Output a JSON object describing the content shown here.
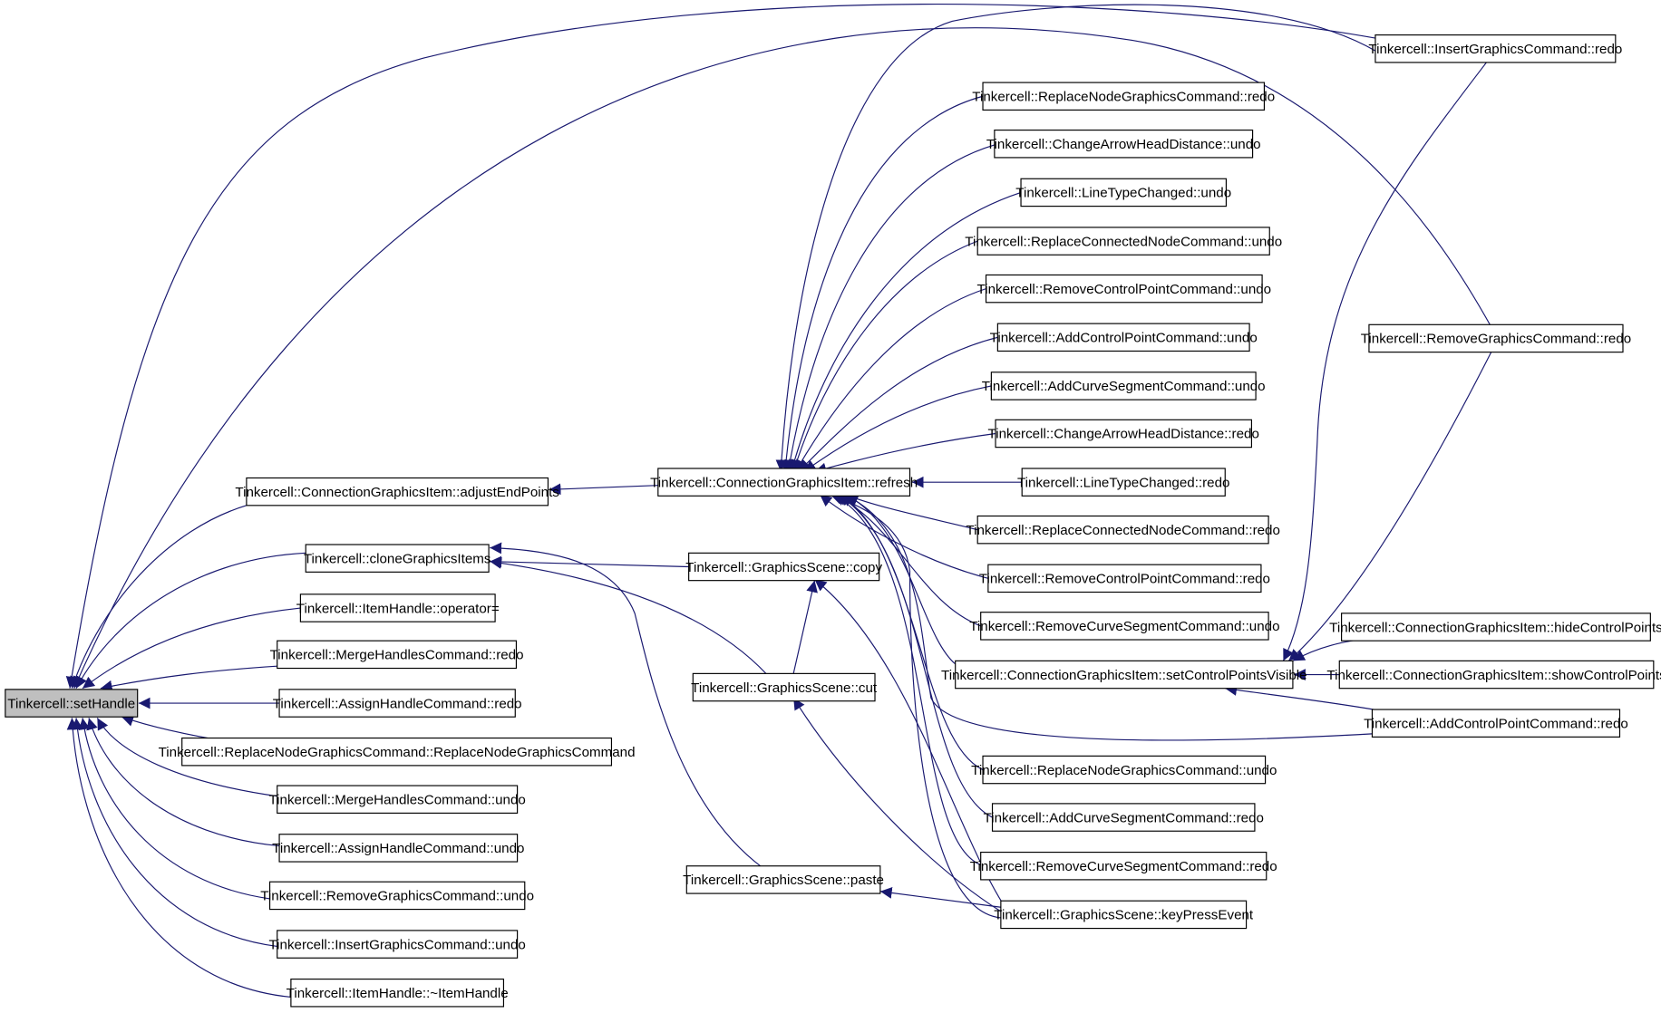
{
  "diagram": {
    "colors": {
      "edge": "#191970",
      "node_border": "#000000",
      "node_fill": "#ffffff",
      "root_fill": "#bfbfbf"
    },
    "nodes": [
      {
        "id": "n_setHandle",
        "label": "Tinkercell::setHandle",
        "root": true
      },
      {
        "id": "n_adjustEndPoints",
        "label": "Tinkercell::ConnectionGraphicsItem::adjustEndPoints"
      },
      {
        "id": "n_cloneGraphicsItems",
        "label": "Tinkercell::cloneGraphicsItems"
      },
      {
        "id": "n_itemHandleOperator",
        "label": "Tinkercell::ItemHandle::operator="
      },
      {
        "id": "n_mergeHandlesRedo",
        "label": "Tinkercell::MergeHandlesCommand::redo"
      },
      {
        "id": "n_assignHandleRedo",
        "label": "Tinkercell::AssignHandleCommand::redo"
      },
      {
        "id": "n_replaceNodeCtor",
        "label": "Tinkercell::ReplaceNodeGraphicsCommand::ReplaceNodeGraphicsCommand"
      },
      {
        "id": "n_mergeHandlesUndo",
        "label": "Tinkercell::MergeHandlesCommand::undo"
      },
      {
        "id": "n_assignHandleUndo",
        "label": "Tinkercell::AssignHandleCommand::undo"
      },
      {
        "id": "n_removeGraphicsUndo",
        "label": "Tinkercell::RemoveGraphicsCommand::undo"
      },
      {
        "id": "n_insertGraphicsUndo",
        "label": "Tinkercell::InsertGraphicsCommand::undo"
      },
      {
        "id": "n_itemHandleDtor",
        "label": "Tinkercell::ItemHandle::~ItemHandle"
      },
      {
        "id": "n_refresh",
        "label": "Tinkercell::ConnectionGraphicsItem::refresh"
      },
      {
        "id": "n_sceneCopy",
        "label": "Tinkercell::GraphicsScene::copy"
      },
      {
        "id": "n_sceneCut",
        "label": "Tinkercell::GraphicsScene::cut"
      },
      {
        "id": "n_scenePaste",
        "label": "Tinkercell::GraphicsScene::paste"
      },
      {
        "id": "n_replaceNodeRedo",
        "label": "Tinkercell::ReplaceNodeGraphicsCommand::redo"
      },
      {
        "id": "n_arrowHeadUndo",
        "label": "Tinkercell::ChangeArrowHeadDistance::undo"
      },
      {
        "id": "n_lineTypeUndo",
        "label": "Tinkercell::LineTypeChanged::undo"
      },
      {
        "id": "n_replaceConnUndo",
        "label": "Tinkercell::ReplaceConnectedNodeCommand::undo"
      },
      {
        "id": "n_removeCtrlUndo",
        "label": "Tinkercell::RemoveControlPointCommand::undo"
      },
      {
        "id": "n_addCtrlUndo",
        "label": "Tinkercell::AddControlPointCommand::undo"
      },
      {
        "id": "n_addCurveUndo",
        "label": "Tinkercell::AddCurveSegmentCommand::undo"
      },
      {
        "id": "n_arrowHeadRedo",
        "label": "Tinkercell::ChangeArrowHeadDistance::redo"
      },
      {
        "id": "n_lineTypeRedo",
        "label": "Tinkercell::LineTypeChanged::redo"
      },
      {
        "id": "n_replaceConnRedo",
        "label": "Tinkercell::ReplaceConnectedNodeCommand::redo"
      },
      {
        "id": "n_removeCtrlRedo",
        "label": "Tinkercell::RemoveControlPointCommand::redo"
      },
      {
        "id": "n_removeCurveUndo",
        "label": "Tinkercell::RemoveCurveSegmentCommand::undo"
      },
      {
        "id": "n_setCtrlVisible",
        "label": "Tinkercell::ConnectionGraphicsItem::setControlPointsVisible"
      },
      {
        "id": "n_replaceNodeUndo",
        "label": "Tinkercell::ReplaceNodeGraphicsCommand::undo"
      },
      {
        "id": "n_addCurveRedo",
        "label": "Tinkercell::AddCurveSegmentCommand::redo"
      },
      {
        "id": "n_removeCurveRedo",
        "label": "Tinkercell::RemoveCurveSegmentCommand::redo"
      },
      {
        "id": "n_keyPressEvent",
        "label": "Tinkercell::GraphicsScene::keyPressEvent"
      },
      {
        "id": "n_insertGraphicsRedo",
        "label": "Tinkercell::InsertGraphicsCommand::redo"
      },
      {
        "id": "n_removeGraphicsRedo",
        "label": "Tinkercell::RemoveGraphicsCommand::redo"
      },
      {
        "id": "n_hideCtrl",
        "label": "Tinkercell::ConnectionGraphicsItem::hideControlPoints"
      },
      {
        "id": "n_showCtrl",
        "label": "Tinkercell::ConnectionGraphicsItem::showControlPoints"
      },
      {
        "id": "n_addCtrlRedo",
        "label": "Tinkercell::AddControlPointCommand::redo"
      }
    ],
    "edges": [
      {
        "from": "n_adjustEndPoints",
        "to": "n_setHandle"
      },
      {
        "from": "n_cloneGraphicsItems",
        "to": "n_setHandle"
      },
      {
        "from": "n_itemHandleOperator",
        "to": "n_setHandle"
      },
      {
        "from": "n_mergeHandlesRedo",
        "to": "n_setHandle"
      },
      {
        "from": "n_assignHandleRedo",
        "to": "n_setHandle"
      },
      {
        "from": "n_replaceNodeCtor",
        "to": "n_setHandle"
      },
      {
        "from": "n_mergeHandlesUndo",
        "to": "n_setHandle"
      },
      {
        "from": "n_assignHandleUndo",
        "to": "n_setHandle"
      },
      {
        "from": "n_removeGraphicsUndo",
        "to": "n_setHandle"
      },
      {
        "from": "n_insertGraphicsUndo",
        "to": "n_setHandle"
      },
      {
        "from": "n_itemHandleDtor",
        "to": "n_setHandle"
      },
      {
        "from": "n_insertGraphicsRedo",
        "to": "n_setHandle"
      },
      {
        "from": "n_removeGraphicsRedo",
        "to": "n_setHandle"
      },
      {
        "from": "n_refresh",
        "to": "n_adjustEndPoints"
      },
      {
        "from": "n_sceneCopy",
        "to": "n_cloneGraphicsItems"
      },
      {
        "from": "n_sceneCut",
        "to": "n_cloneGraphicsItems"
      },
      {
        "from": "n_scenePaste",
        "to": "n_cloneGraphicsItems"
      },
      {
        "from": "n_sceneCut",
        "to": "n_sceneCopy"
      },
      {
        "from": "n_keyPressEvent",
        "to": "n_sceneCopy"
      },
      {
        "from": "n_keyPressEvent",
        "to": "n_sceneCut"
      },
      {
        "from": "n_keyPressEvent",
        "to": "n_scenePaste"
      },
      {
        "from": "n_replaceNodeRedo",
        "to": "n_refresh"
      },
      {
        "from": "n_arrowHeadUndo",
        "to": "n_refresh"
      },
      {
        "from": "n_lineTypeUndo",
        "to": "n_refresh"
      },
      {
        "from": "n_replaceConnUndo",
        "to": "n_refresh"
      },
      {
        "from": "n_removeCtrlUndo",
        "to": "n_refresh"
      },
      {
        "from": "n_addCtrlUndo",
        "to": "n_refresh"
      },
      {
        "from": "n_addCurveUndo",
        "to": "n_refresh"
      },
      {
        "from": "n_arrowHeadRedo",
        "to": "n_refresh"
      },
      {
        "from": "n_lineTypeRedo",
        "to": "n_refresh"
      },
      {
        "from": "n_replaceConnRedo",
        "to": "n_refresh"
      },
      {
        "from": "n_removeCtrlRedo",
        "to": "n_refresh"
      },
      {
        "from": "n_removeCurveUndo",
        "to": "n_refresh"
      },
      {
        "from": "n_setCtrlVisible",
        "to": "n_refresh"
      },
      {
        "from": "n_replaceNodeUndo",
        "to": "n_refresh"
      },
      {
        "from": "n_addCurveRedo",
        "to": "n_refresh"
      },
      {
        "from": "n_removeCurveRedo",
        "to": "n_refresh"
      },
      {
        "from": "n_keyPressEvent",
        "to": "n_refresh"
      },
      {
        "from": "n_insertGraphicsRedo",
        "to": "n_refresh"
      },
      {
        "from": "n_addCtrlRedo",
        "to": "n_refresh"
      },
      {
        "from": "n_insertGraphicsRedo",
        "to": "n_setCtrlVisible"
      },
      {
        "from": "n_removeGraphicsRedo",
        "to": "n_setCtrlVisible"
      },
      {
        "from": "n_hideCtrl",
        "to": "n_setCtrlVisible"
      },
      {
        "from": "n_showCtrl",
        "to": "n_setCtrlVisible"
      },
      {
        "from": "n_addCtrlRedo",
        "to": "n_setCtrlVisible"
      }
    ]
  }
}
